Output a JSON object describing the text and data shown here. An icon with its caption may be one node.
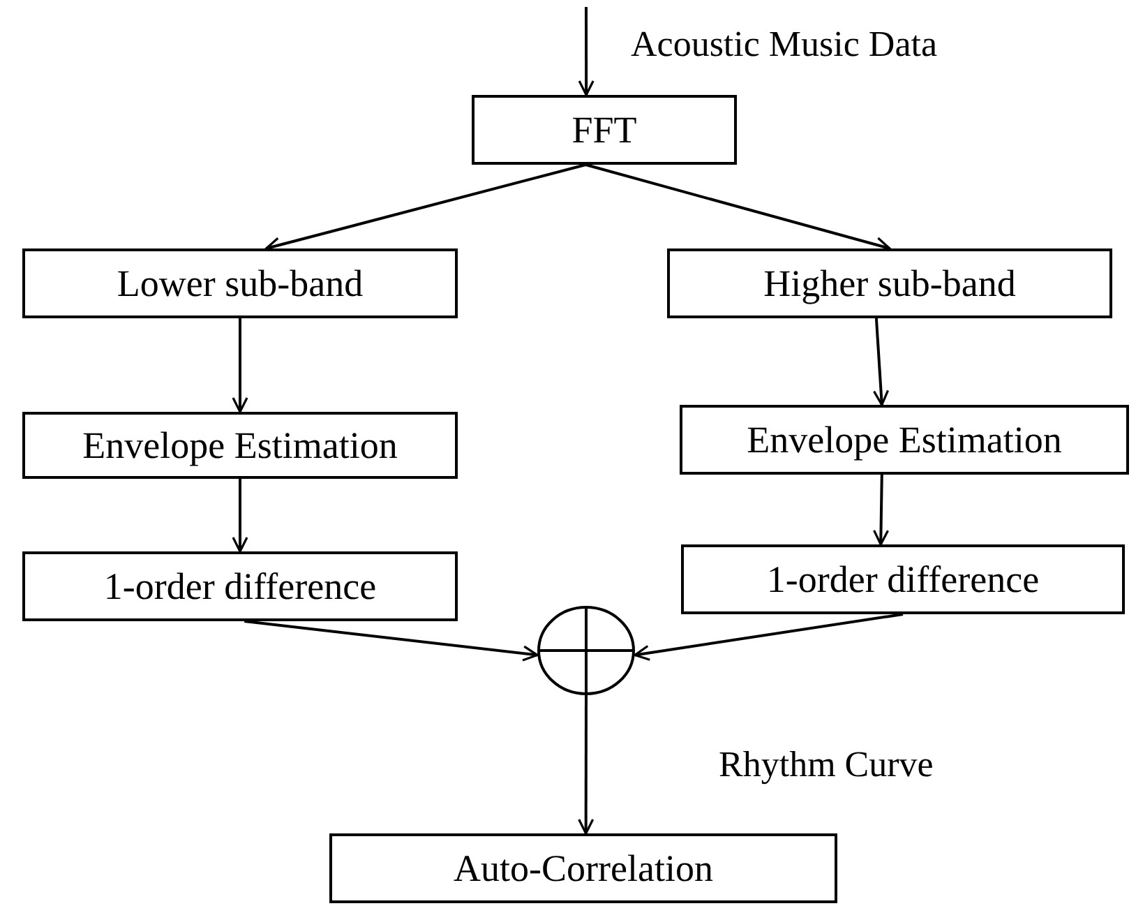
{
  "diagram": {
    "nodes": [
      {
        "text": [
          "FFT"
        ]
      },
      {
        "text": [
          "Lower sub-band"
        ]
      },
      {
        "text": [
          "Higher sub-band"
        ]
      },
      {
        "text": [
          "Envelope Estimation"
        ]
      },
      {
        "text": [
          "Envelope Estimation"
        ]
      },
      {
        "text": [
          "1-order difference"
        ]
      },
      {
        "text": [
          "1-order difference"
        ]
      },
      {
        "text": [],
        "shape": "circle"
      },
      {
        "text": [
          "Auto-Correlation"
        ]
      }
    ],
    "edges": [
      {
        "from": null,
        "to": 0,
        "arrow": "to"
      },
      {
        "from": 0,
        "to": 1,
        "arrow": "to"
      },
      {
        "from": 0,
        "to": 2,
        "arrow": "to"
      },
      {
        "from": 1,
        "to": 3,
        "arrow": "to"
      },
      {
        "from": 2,
        "to": 4,
        "arrow": "to"
      },
      {
        "from": 3,
        "to": 5,
        "arrow": "to"
      },
      {
        "from": 4,
        "to": 6,
        "arrow": "to"
      },
      {
        "from": 5,
        "to": 7,
        "arrow": "to"
      },
      {
        "from": 6,
        "to": 7,
        "arrow": "to"
      },
      {
        "from": 7,
        "to": 8,
        "arrow": "to"
      }
    ],
    "labels": [
      "Acoustic Music Data",
      "Rhythm Curve"
    ]
  }
}
